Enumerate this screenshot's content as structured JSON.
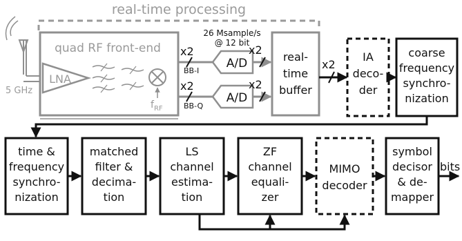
{
  "diagram": {
    "realtime_label": "real-time processing",
    "rate_label": "26 Msample/s",
    "bits_label": "@ 12 bit",
    "antenna_freq": "5 GHz",
    "frontend_title": "quad RF front-end",
    "lna": "LNA",
    "frf_main": "f",
    "frf_sub": "RF",
    "x2": "x2",
    "bbi": "BB-I",
    "bbq": "BB-Q",
    "ad": "A/D",
    "buffer": [
      "real-",
      "time",
      "buffer"
    ],
    "ia": [
      "IA",
      "deco-",
      "der"
    ],
    "coarse": [
      "coarse",
      "frequency",
      "synchro-",
      "nization"
    ],
    "tf": [
      "time &",
      "frequency",
      "synchro-",
      "nization"
    ],
    "mf": [
      "matched",
      "filter &",
      "decima-",
      "tion"
    ],
    "ls": [
      "LS",
      "channel",
      "estima-",
      "tion"
    ],
    "zf": [
      "ZF",
      "channel",
      "equali-",
      "zer"
    ],
    "mimo": [
      "MIMO",
      "decoder"
    ],
    "symbol": [
      "symbol",
      "decisor",
      "& de-",
      "mapper"
    ],
    "bits_out": "bits"
  }
}
